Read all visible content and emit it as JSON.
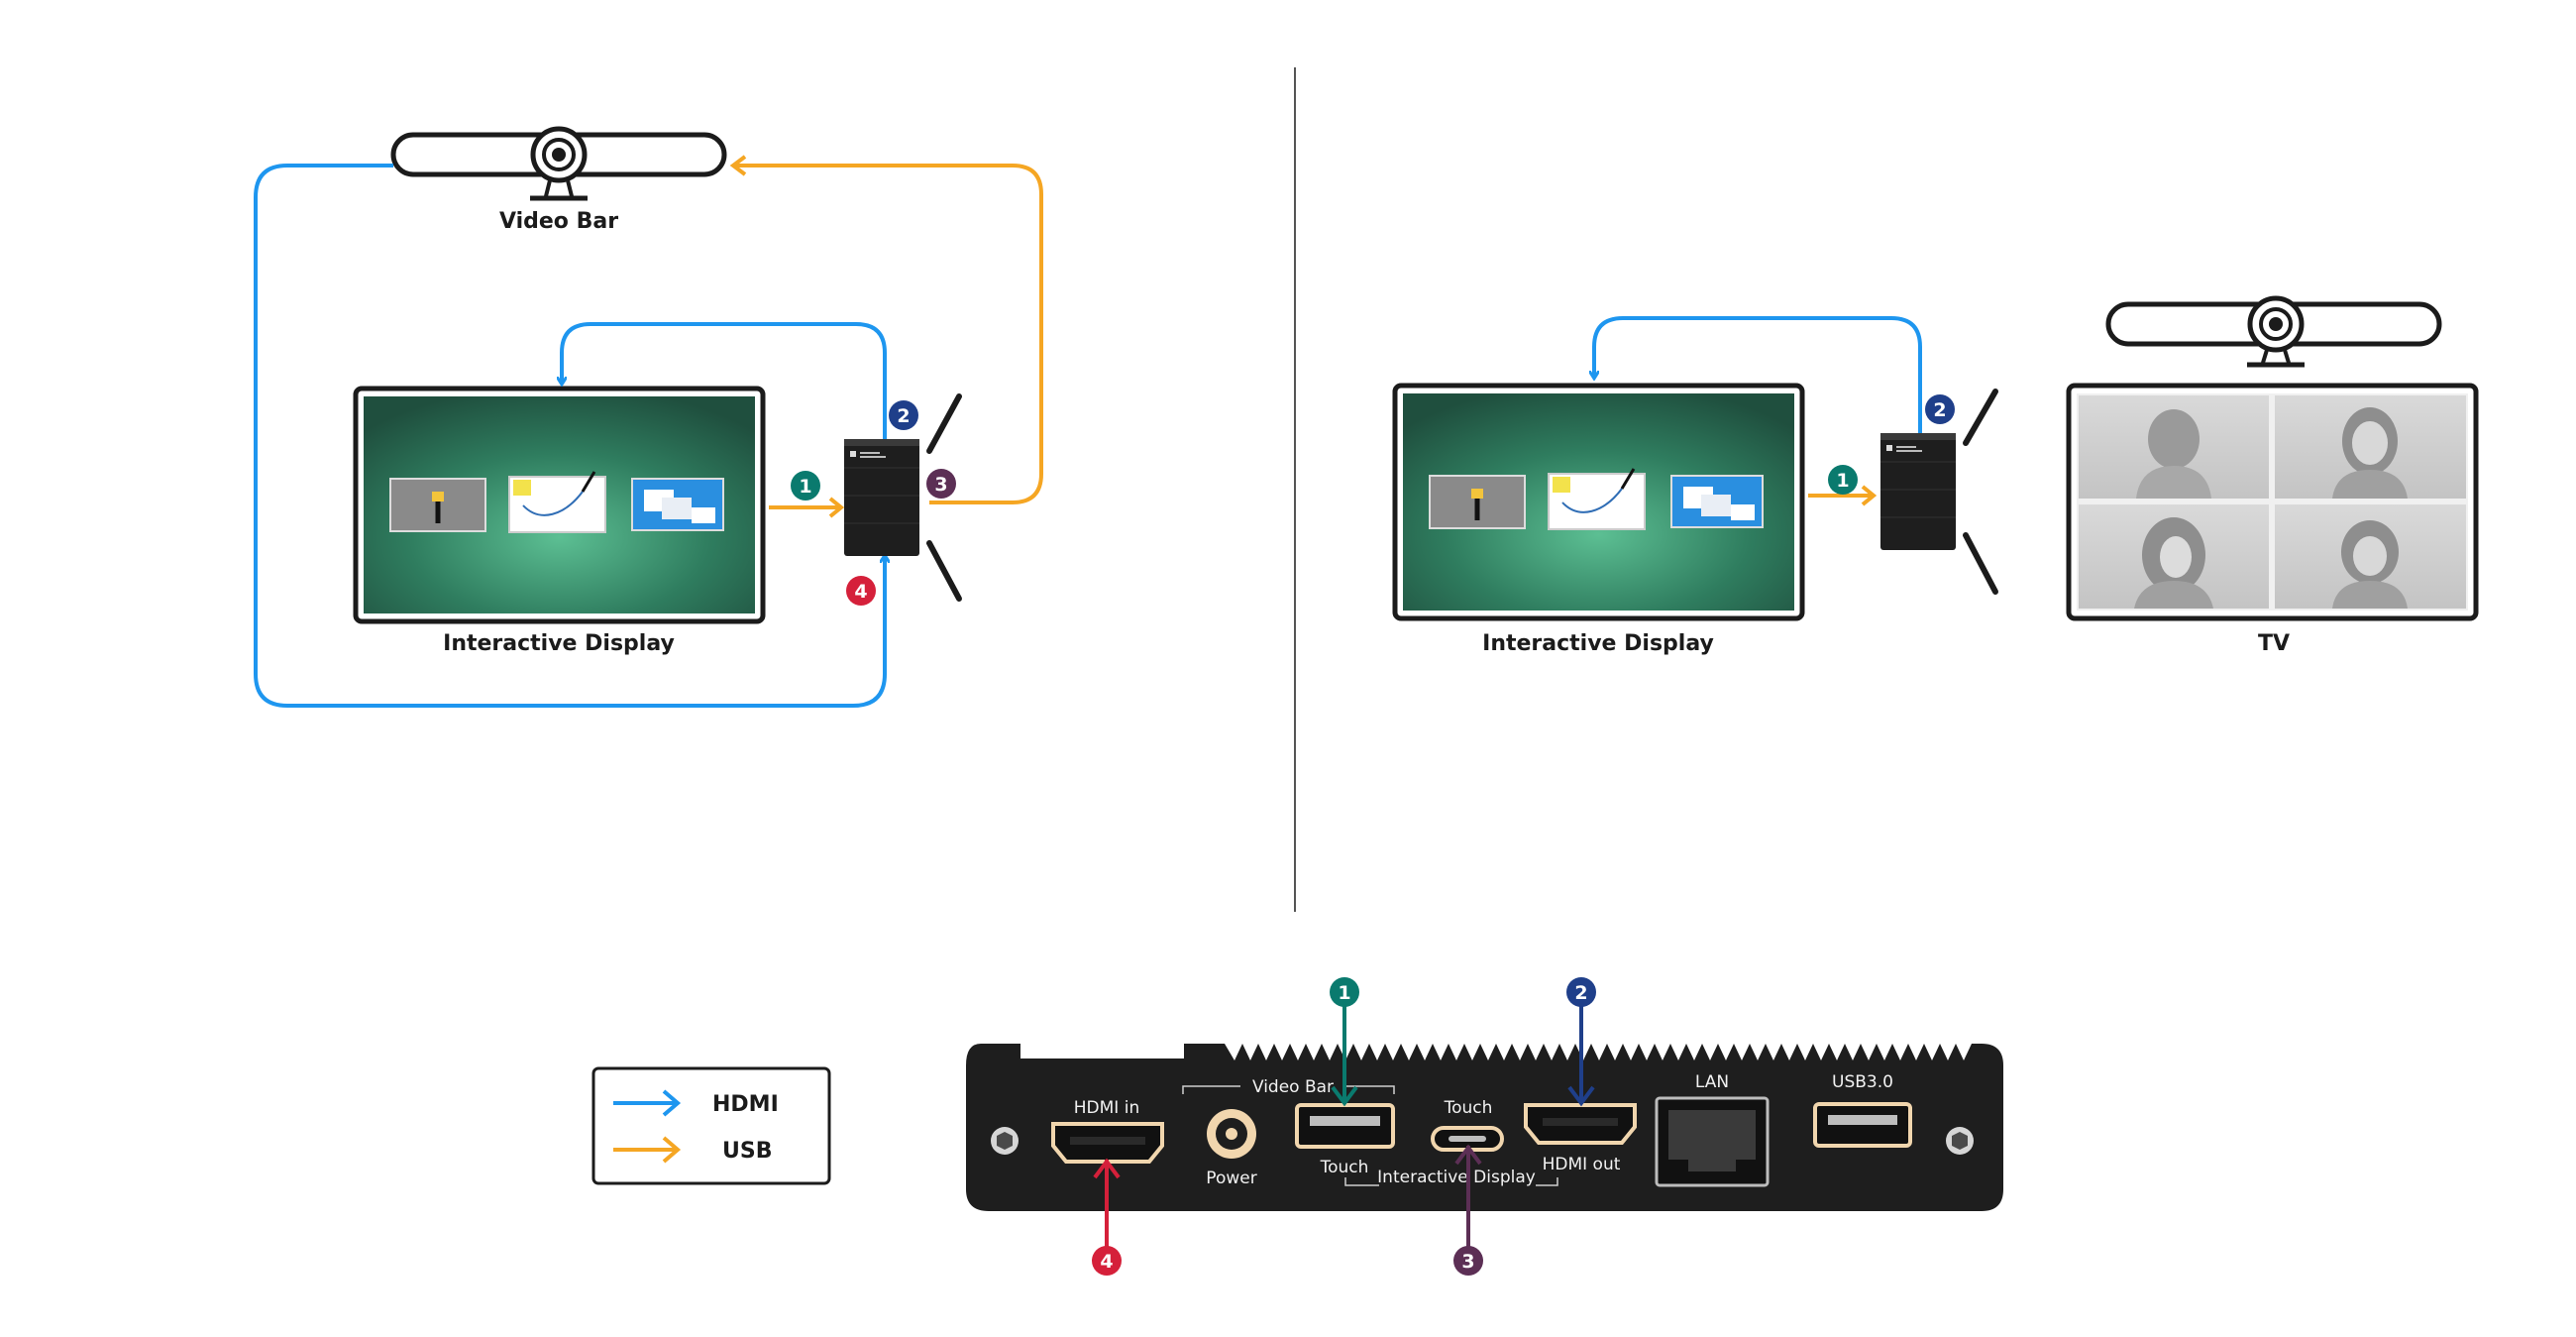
{
  "colors": {
    "hdmi": "#1e96ef",
    "usb": "#f5a623",
    "badge1": "#0a7a6e",
    "badge2": "#1f3f8a",
    "badge3": "#5c2f55",
    "badge4": "#d5203a",
    "device": "#1e1e1e",
    "screen_green": "#2f7d5f"
  },
  "labels": {
    "video_bar": "Video Bar",
    "interactive_display_left": "Interactive Display",
    "interactive_display_right": "Interactive Display",
    "tv": "TV"
  },
  "badges": {
    "left_1": "1",
    "left_2": "2",
    "left_3": "3",
    "left_4": "4",
    "right_1": "1",
    "right_2": "2",
    "panel_1": "1",
    "panel_2": "2",
    "panel_3": "3",
    "panel_4": "4"
  },
  "legend": {
    "hdmi": "HDMI",
    "usb": "USB"
  },
  "panel": {
    "hdmi_in": "HDMI in",
    "power": "Power",
    "video_bar": "Video Bar",
    "touch_top": "Touch",
    "touch_bottom": "Touch",
    "interactive_display": "Interactive Display",
    "hdmi_out": "HDMI out",
    "lan": "LAN",
    "usb30": "USB3.0"
  }
}
